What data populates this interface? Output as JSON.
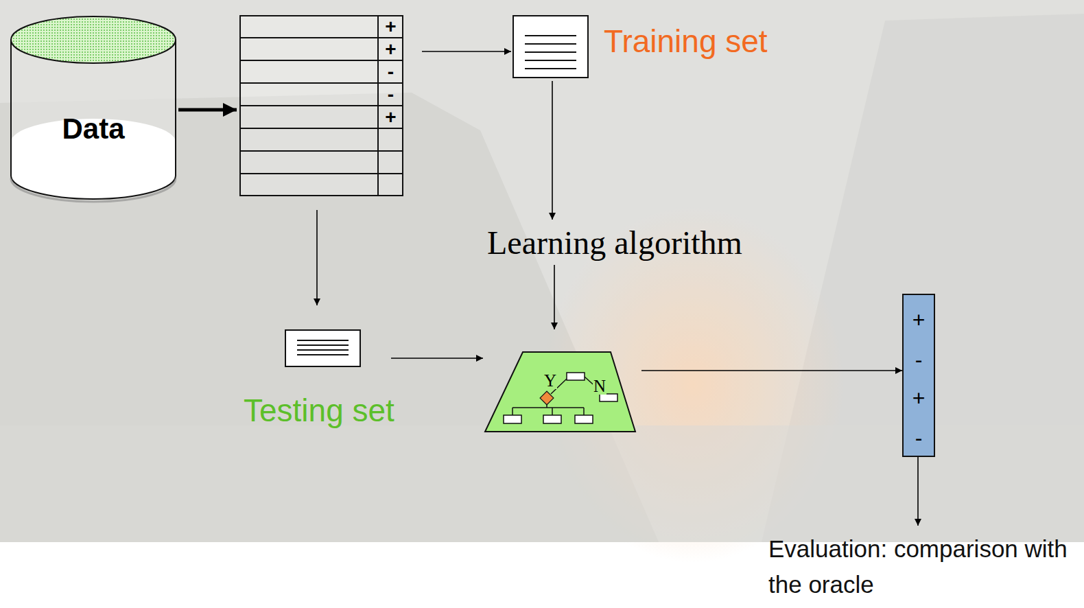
{
  "diagram": {
    "nodes": [
      {
        "text": [
          "Data"
        ]
      },
      {
        "text": [
          "+",
          "+",
          "-",
          "-",
          "+"
        ]
      },
      {
        "text": [
          "Training set"
        ]
      },
      {
        "text": [
          "Learning algorithm"
        ]
      },
      {
        "text": [
          "Testing set"
        ]
      },
      {
        "text": [
          "Y",
          "N"
        ]
      },
      {
        "text": [
          "+",
          "-",
          "+",
          "-"
        ]
      },
      {
        "text": [
          "Evaluation: comparison with the oracle"
        ]
      }
    ],
    "edges": [
      {
        "from": 0,
        "to": 1,
        "arrow": "to"
      },
      {
        "from": 1,
        "to": 2,
        "arrow": "to"
      },
      {
        "from": 1,
        "to": 4,
        "arrow": "to"
      },
      {
        "from": 2,
        "to": 3,
        "arrow": "to"
      },
      {
        "from": 3,
        "to": 5,
        "arrow": "to"
      },
      {
        "from": 4,
        "to": 5,
        "arrow": "to"
      },
      {
        "from": 5,
        "to": 6,
        "arrow": "to"
      },
      {
        "from": 6,
        "to": 7,
        "arrow": "to"
      }
    ]
  }
}
